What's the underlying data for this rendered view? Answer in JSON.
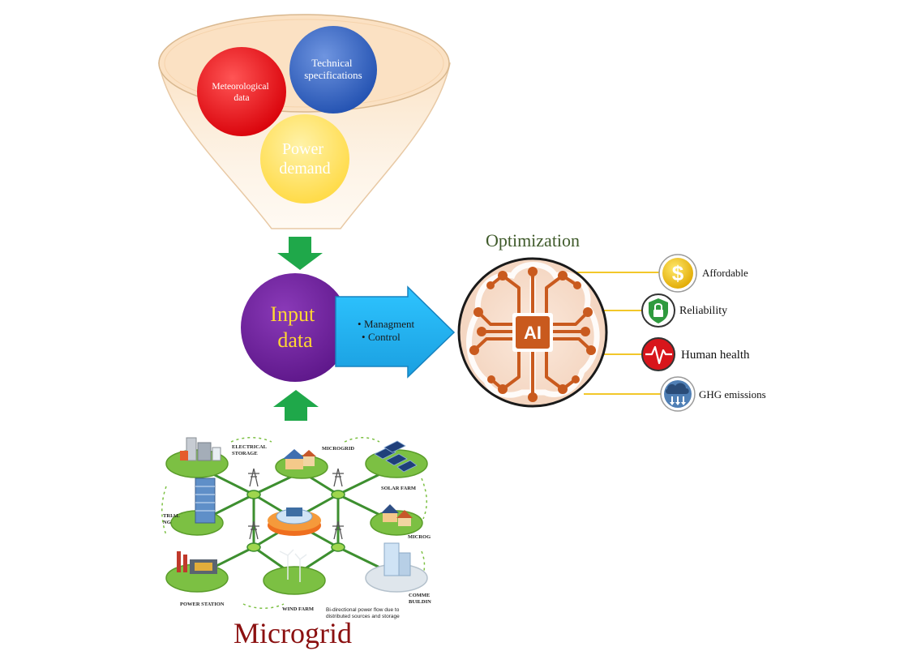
{
  "funnel": {
    "circles": [
      {
        "id": "meteorological",
        "lines": [
          "Meteorological",
          "data"
        ],
        "color": "#e8000a"
      },
      {
        "id": "technical",
        "lines": [
          "Technical",
          "specifications"
        ],
        "color": "#2f62c4"
      },
      {
        "id": "power",
        "lines": [
          "Power",
          "demand"
        ],
        "color": "#ffe15a"
      }
    ]
  },
  "input": {
    "lines": [
      "Input",
      "data"
    ],
    "color": "#6a1f96",
    "text_color": "#ffd633"
  },
  "arrow_box": {
    "bullets": [
      "Managment",
      "Control"
    ],
    "color": "#27b4f0"
  },
  "optimization": {
    "title": "Optimization",
    "chip_text": "AI",
    "circuit_color": "#c95a1e",
    "outcomes": [
      {
        "label": "Affordable",
        "icon": "dollar-coin-icon"
      },
      {
        "label": "Reliability",
        "icon": "shield-lock-icon"
      },
      {
        "label": "Human health",
        "icon": "heartbeat-icon"
      },
      {
        "label": "GHG emissions",
        "icon": "emissions-icon"
      }
    ],
    "connector_color": "#f2c72a"
  },
  "microgrid": {
    "title": "Microgrid",
    "title_color": "#8b1010",
    "labels": {
      "electrical_storage": [
        "ELECTRICAL",
        "STORAGE"
      ],
      "microgrid_top": "MICROGRID",
      "solar_farm": "SOLAR FARM",
      "industrial": [
        "TRIAL",
        "NG"
      ],
      "micro_right": "MICROG",
      "power_station": "POWER STATION",
      "wind_farm": "WIND FARM",
      "bidirectional": [
        "Bi-directional power flow due to",
        "distributed sources and storage"
      ],
      "commercial": [
        "COMME",
        "BUILDIN"
      ]
    }
  },
  "colors": {
    "green_arrow": "#1fa84a",
    "platform_green": "#7cc043",
    "grid_line": "#3d8f2f"
  }
}
